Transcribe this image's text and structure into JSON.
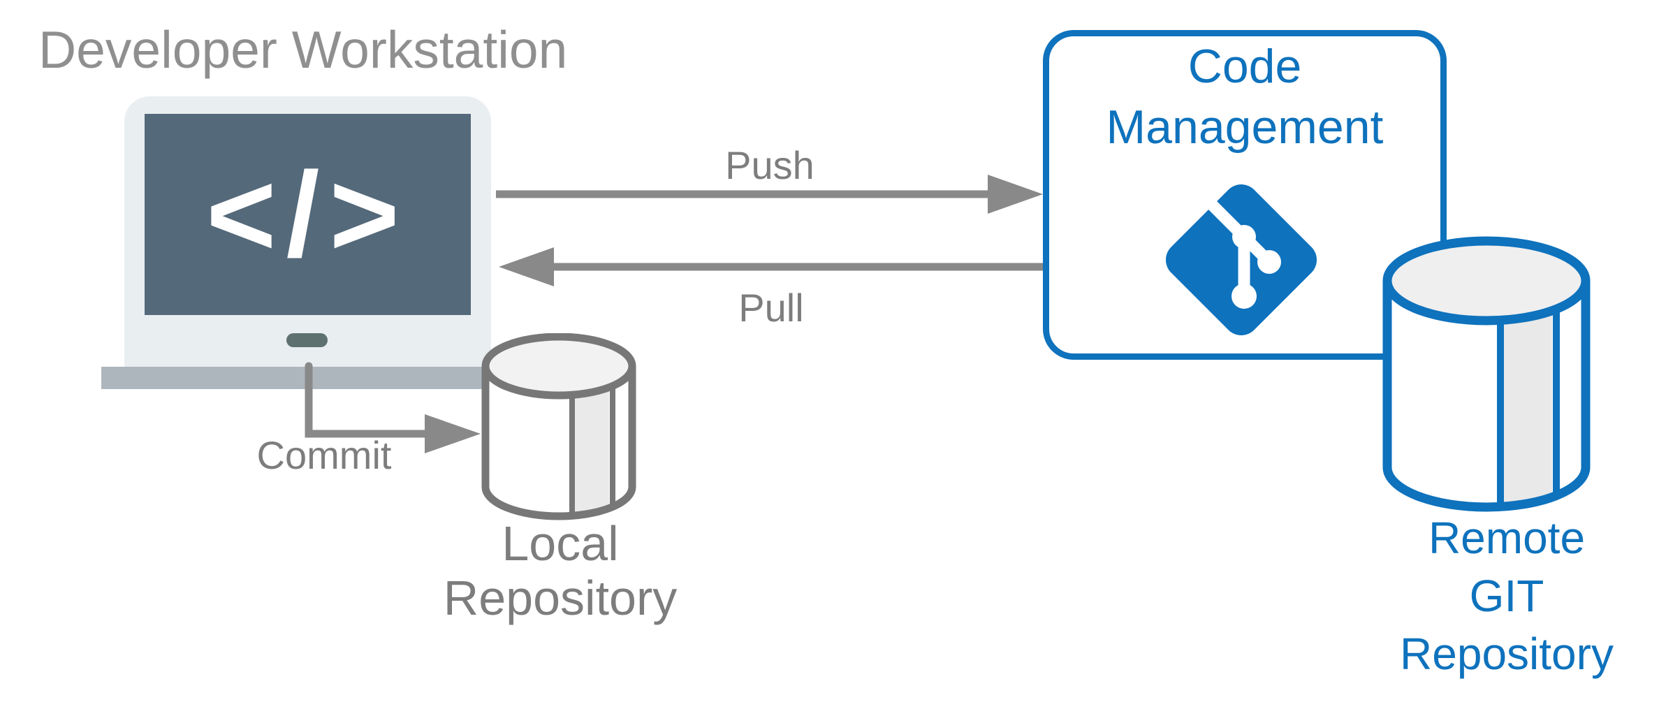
{
  "diagram": {
    "title": "Developer Workstation"
  },
  "workstation": {
    "icon": "laptop-icon",
    "code_glyph": "</>"
  },
  "flows": {
    "push_label": "Push",
    "pull_label": "Pull",
    "commit_label": "Commit"
  },
  "code_management": {
    "label_line1": "Code",
    "label_line2": "Management",
    "icon": "git-branch-icon"
  },
  "local_repository": {
    "label_line1": "Local",
    "label_line2": "Repository",
    "icon": "database-cylinder-icon"
  },
  "remote_repository": {
    "label_line1": "Remote",
    "label_line2": "GIT",
    "label_line3": "Repository",
    "icon": "database-cylinder-icon"
  },
  "colors": {
    "accent_blue": "#0e72bd",
    "arrow_gray": "#898989",
    "label_gray": "#7d7d7d",
    "title_gray": "#8f8f8f",
    "screen_slate": "#54697a",
    "cylinder_gray": "#777777"
  }
}
